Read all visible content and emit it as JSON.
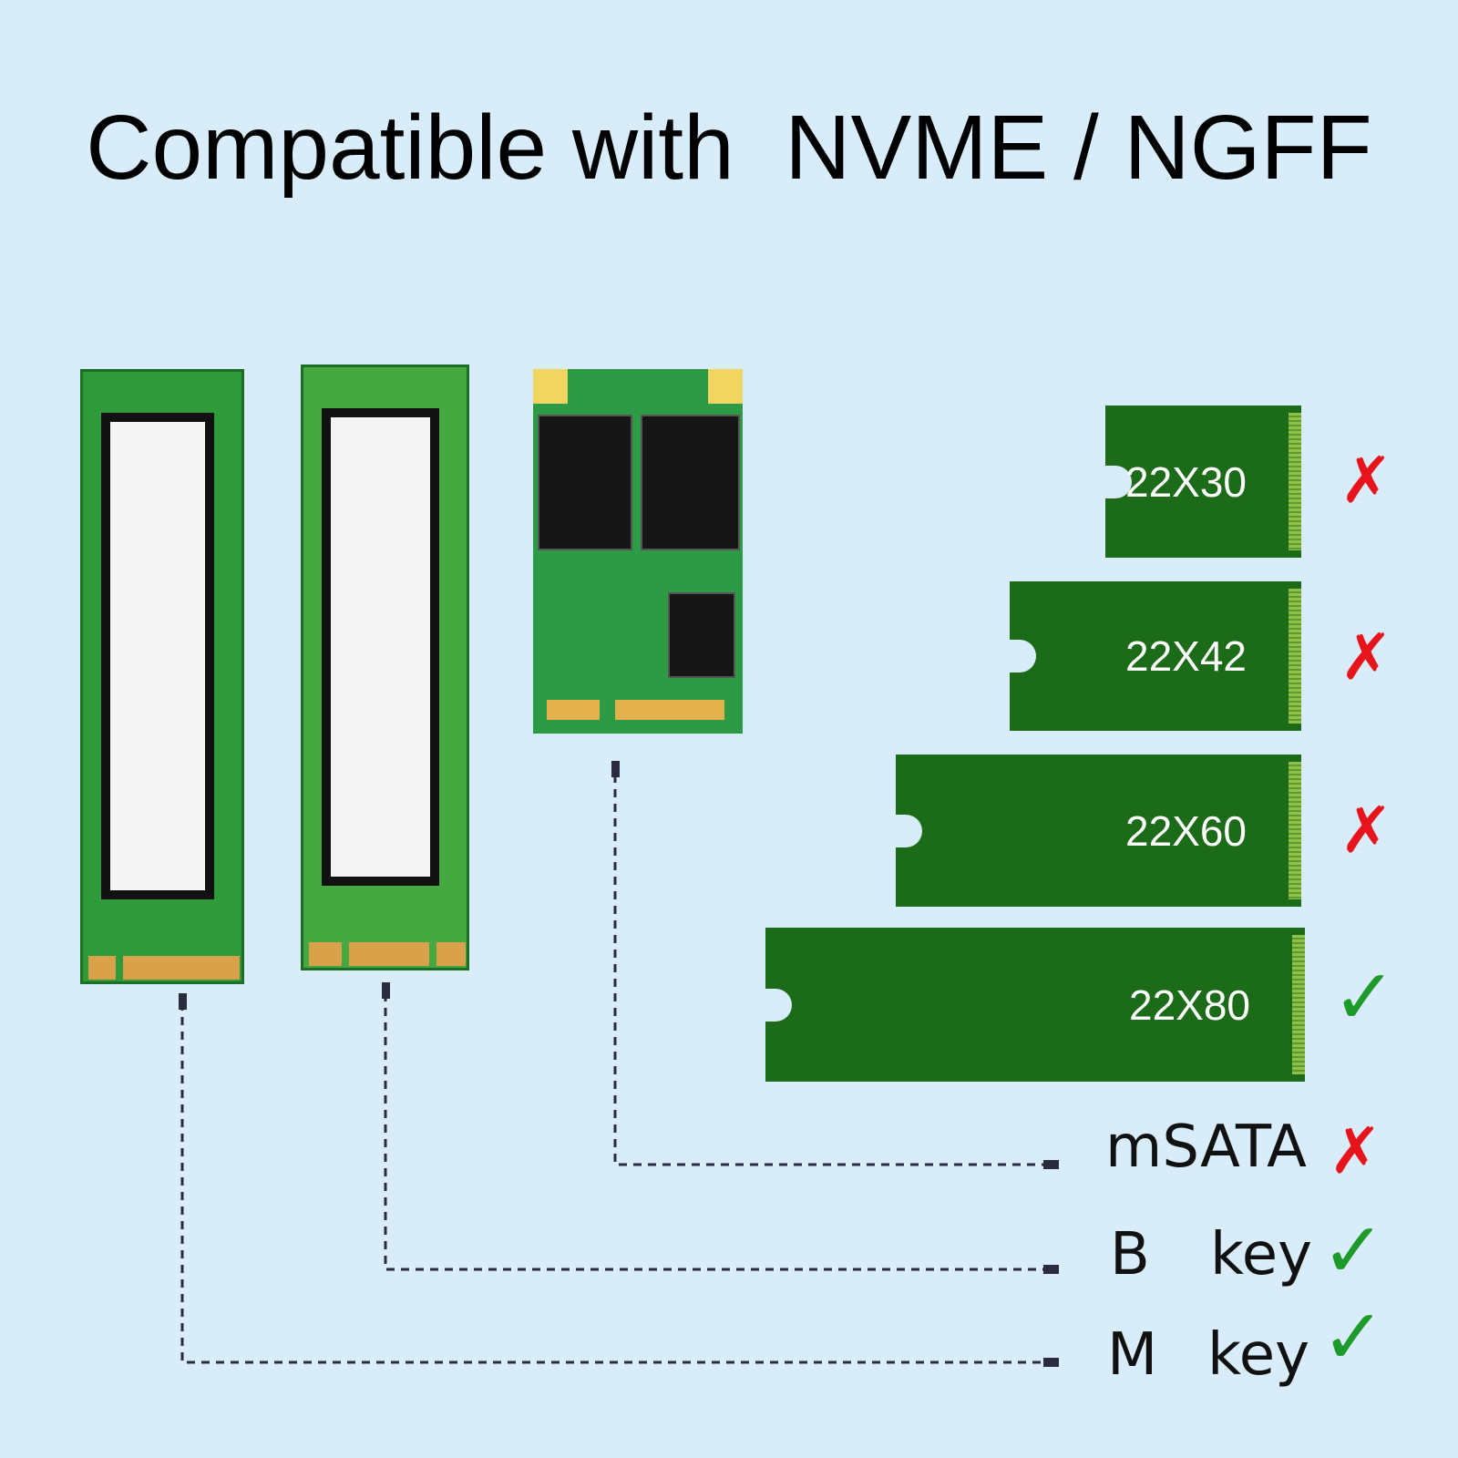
{
  "title": "Compatible with  NVME / NGFF",
  "boards": [
    {
      "label": "22X30",
      "compatible": false
    },
    {
      "label": "22X42",
      "compatible": false
    },
    {
      "label": "22X60",
      "compatible": false
    },
    {
      "label": "22X80",
      "compatible": true
    }
  ],
  "keys": [
    {
      "name": "mSATA",
      "suffix": "",
      "compatible": false
    },
    {
      "name": "B",
      "suffix": "key",
      "compatible": true
    },
    {
      "name": "M",
      "suffix": "key",
      "compatible": true
    }
  ],
  "symbols": {
    "cross": "✗",
    "check": "✓"
  },
  "colors": {
    "background": "#d8edf9",
    "board": "#1c6b18",
    "cross": "#e8141c",
    "check": "#1e9a2a"
  }
}
